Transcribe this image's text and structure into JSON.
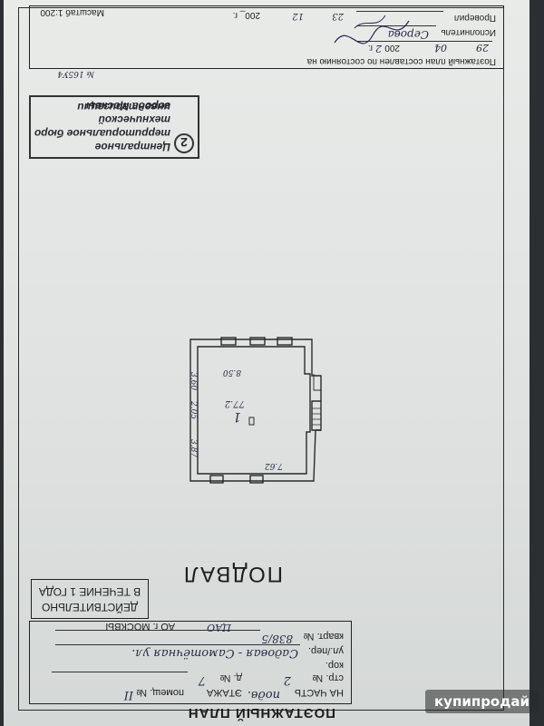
{
  "header": {
    "title": "ПОЭТАЖНЫЙ ПЛАН",
    "part": "НА ЧАСТЬ",
    "part_value": "подв.",
    "floor": "ЭТАЖА",
    "room_label": "помещ. №",
    "room_value": "II"
  },
  "address": {
    "building": "стр. №",
    "building_value": "2",
    "corp": "кор.",
    "house": "д. №",
    "house_value": "7",
    "street": "ул./пер.",
    "street_value": "Садовая - Самотёчная ул.",
    "apartment": "кварт. №",
    "apartment_value": "838/5",
    "district": "АО г. МОСКВЫ",
    "district_value": "ЦАО"
  },
  "validity": {
    "line1": "ДЕЙСТВИТЕЛЬНО",
    "line2": "В ТЕЧЕНИЕ 1 ГОДА"
  },
  "floor_name": "ПОДВАЛ",
  "plan": {
    "room_number": "1",
    "area": "77.2",
    "dim_top": "8.50",
    "dim_left_upper": "3.60",
    "dim_left_middle": "2.05",
    "dim_left_lower": "3.87",
    "dim_bottom": "7.62"
  },
  "stamp": {
    "number": "2",
    "line1": "Центральное",
    "line2": "территориальное бюро",
    "line3": "технической инвентаризации",
    "line4": "города Москвы"
  },
  "sign": {
    "ref": "№ 165У4",
    "compiled": "Поэтажный план составлен по состоянию на",
    "date_day": "29",
    "date_month": "04",
    "year_suffix": "200",
    "year_value": "2",
    "year_unit": "г.",
    "executor": "Исполнитель",
    "executor_name": "Серова",
    "checked": "Проверил",
    "date2_day": "23",
    "date2_month": "12",
    "date2_year": "200_ г.",
    "scale": "Масштаб 1:200"
  },
  "watermark": "купипродай"
}
